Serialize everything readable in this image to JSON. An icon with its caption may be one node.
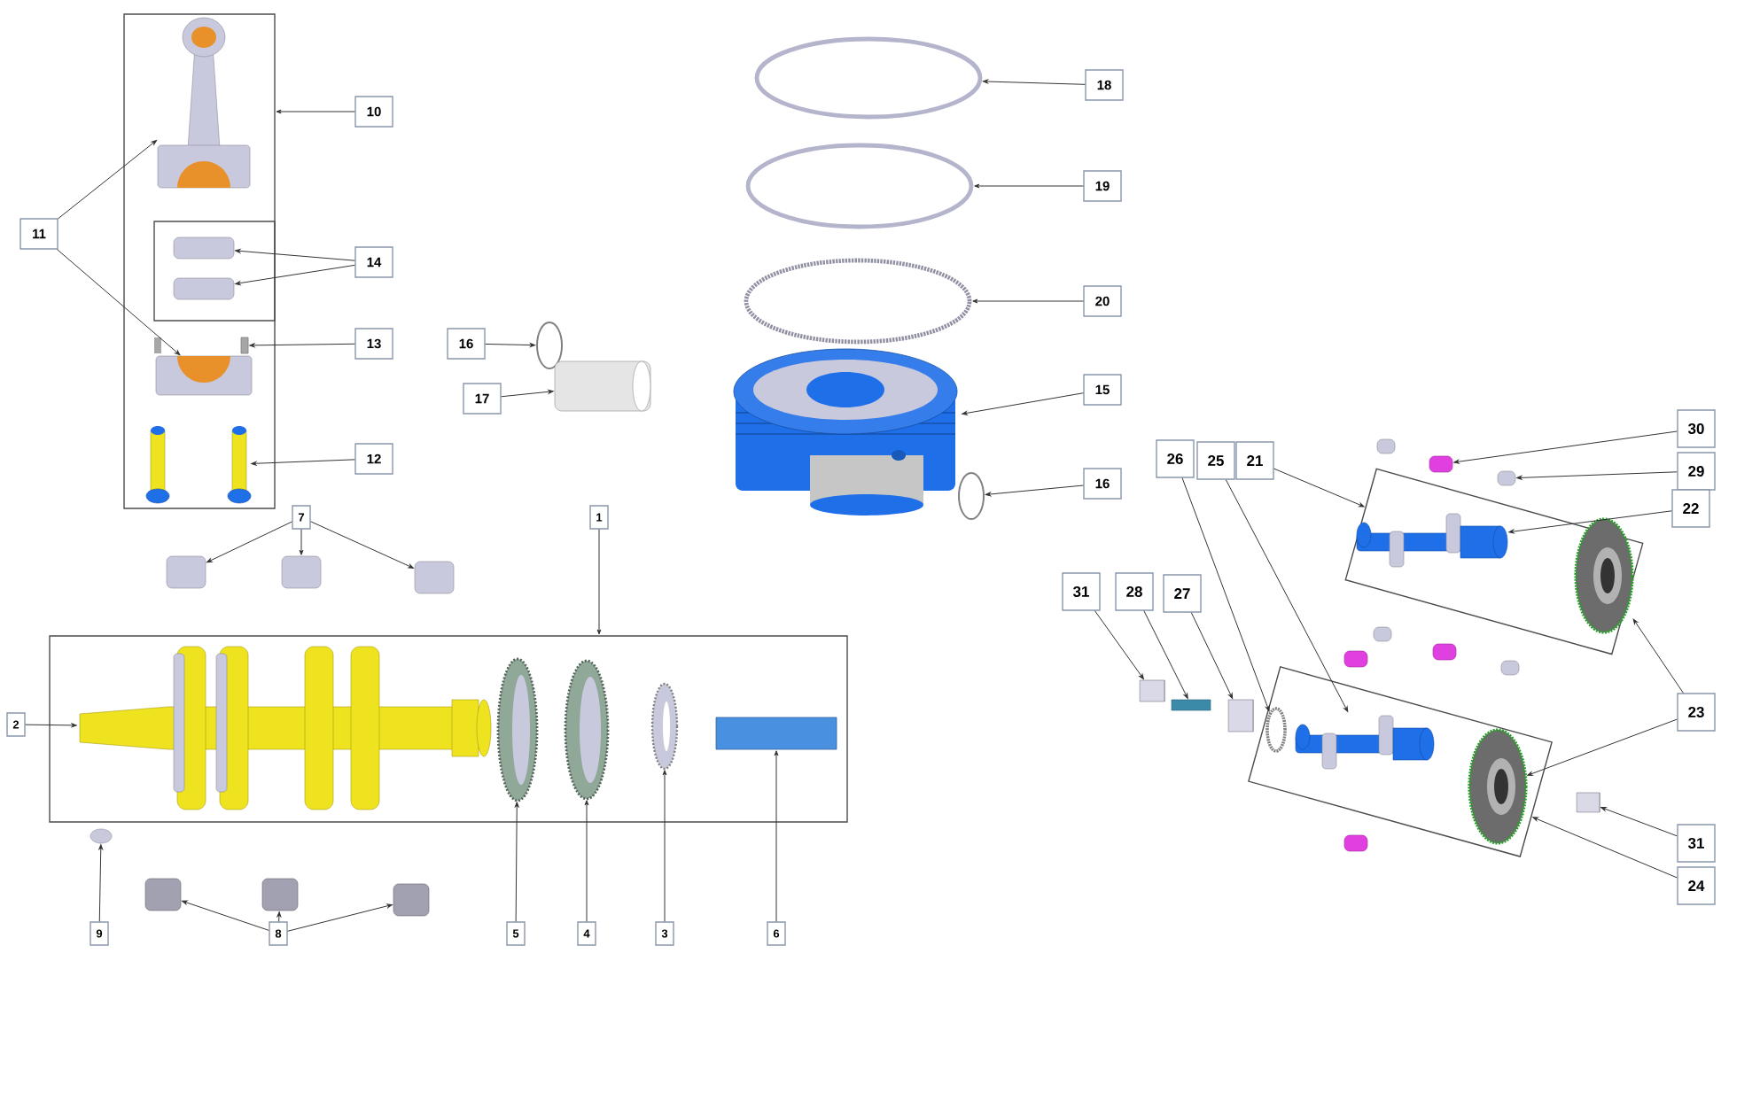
{
  "diagram": {
    "nodes": [
      {
        "text": [],
        "shape": "box"
      },
      {
        "text": [],
        "shape": "box",
        "in": 0
      },
      {
        "text": [],
        "shape": "picture",
        "in": 0
      },
      {
        "text": [],
        "shape": "box",
        "in": 1
      },
      {
        "text": [],
        "shape": "box",
        "in": 1
      },
      {
        "text": [],
        "shape": "bar",
        "in": 0
      },
      {
        "text": [],
        "shape": "picture",
        "in": 0
      },
      {
        "text": [],
        "shape": "picture",
        "in": 0
      },
      {
        "text": [
          "10"
        ]
      },
      {
        "text": [
          "11"
        ]
      },
      {
        "text": [
          "14"
        ]
      },
      {
        "text": [
          "13"
        ]
      },
      {
        "text": [
          "12"
        ]
      },
      {
        "text": [
          "16"
        ]
      },
      {
        "text": [],
        "shape": "circle"
      },
      {
        "text": [
          "17"
        ]
      },
      {
        "text": [],
        "shape": "picture"
      },
      {
        "text": [],
        "shape": "circle"
      },
      {
        "text": [
          "18"
        ]
      },
      {
        "text": [],
        "shape": "circle"
      },
      {
        "text": [
          "19"
        ]
      },
      {
        "text": [],
        "shape": "circle"
      },
      {
        "text": [
          "20"
        ]
      },
      {
        "text": [],
        "shape": "picture"
      },
      {
        "text": [
          "15"
        ]
      },
      {
        "text": [],
        "shape": "circle"
      },
      {
        "text": [
          "16"
        ]
      },
      {
        "text": [
          "7"
        ]
      },
      {
        "text": [],
        "shape": "box"
      },
      {
        "text": [],
        "shape": "box"
      },
      {
        "text": [],
        "shape": "box"
      },
      {
        "text": [
          "1"
        ]
      },
      {
        "text": [],
        "shape": "box"
      },
      {
        "text": [],
        "shape": "picture",
        "in": 32
      },
      {
        "text": [],
        "shape": "picture",
        "in": 32
      },
      {
        "text": [],
        "shape": "picture",
        "in": 32
      },
      {
        "text": [],
        "shape": "picture",
        "in": 32
      },
      {
        "text": [],
        "shape": "bar",
        "in": 32
      },
      {
        "text": [
          "2"
        ]
      },
      {
        "text": [],
        "shape": "circle"
      },
      {
        "text": [
          "9"
        ]
      },
      {
        "text": [],
        "shape": "box"
      },
      {
        "text": [],
        "shape": "box"
      },
      {
        "text": [],
        "shape": "box"
      },
      {
        "text": [
          "8"
        ]
      },
      {
        "text": [
          "5"
        ]
      },
      {
        "text": [
          "4"
        ]
      },
      {
        "text": [
          "3"
        ]
      },
      {
        "text": [
          "6"
        ]
      },
      {
        "text": [
          "30"
        ]
      },
      {
        "text": [],
        "shape": "box"
      },
      {
        "text": [
          "29"
        ]
      },
      {
        "text": [],
        "shape": "box"
      },
      {
        "text": [
          "26"
        ]
      },
      {
        "text": [
          "25"
        ]
      },
      {
        "text": [
          "21"
        ]
      },
      {
        "text": [
          "22"
        ]
      },
      {
        "text": [],
        "shape": "box"
      },
      {
        "text": [],
        "shape": "picture",
        "in": 57
      },
      {
        "text": [],
        "shape": "picture",
        "in": 57
      },
      {
        "text": [
          "31"
        ]
      },
      {
        "text": [
          "28"
        ]
      },
      {
        "text": [
          "27"
        ]
      },
      {
        "text": [],
        "shape": "cylinder"
      },
      {
        "text": [],
        "shape": "bar"
      },
      {
        "text": [],
        "shape": "cylinder"
      },
      {
        "text": [],
        "shape": "box"
      },
      {
        "text": [],
        "shape": "circle",
        "in": 66
      },
      {
        "text": [],
        "shape": "picture",
        "in": 66
      },
      {
        "text": [],
        "shape": "picture",
        "in": 66
      },
      {
        "text": [
          "23"
        ]
      },
      {
        "text": [],
        "shape": "cylinder"
      },
      {
        "text": [
          "31"
        ]
      },
      {
        "text": [
          "24"
        ]
      }
    ],
    "edges": [
      {
        "from": 8,
        "to": 0,
        "arrow": "to"
      },
      {
        "from": 9,
        "to": 2,
        "arrow": "to"
      },
      {
        "from": 9,
        "to": 6,
        "arrow": "to"
      },
      {
        "from": 10,
        "to": 3,
        "arrow": "to"
      },
      {
        "from": 10,
        "to": 4,
        "arrow": "to"
      },
      {
        "from": 11,
        "to": 5,
        "arrow": "to"
      },
      {
        "from": 12,
        "to": 7,
        "arrow": "to"
      },
      {
        "from": 13,
        "to": 14,
        "arrow": "to"
      },
      {
        "from": 15,
        "to": 16,
        "arrow": "to"
      },
      {
        "from": 18,
        "to": 17,
        "arrow": "to"
      },
      {
        "from": 20,
        "to": 19,
        "arrow": "to"
      },
      {
        "from": 22,
        "to": 21,
        "arrow": "to"
      },
      {
        "from": 24,
        "to": 23,
        "arrow": "to"
      },
      {
        "from": 26,
        "to": 25,
        "arrow": "to"
      },
      {
        "from": 27,
        "to": 28,
        "arrow": "to"
      },
      {
        "from": 27,
        "to": 29,
        "arrow": "to"
      },
      {
        "from": 27,
        "to": 30,
        "arrow": "to"
      },
      {
        "from": 31,
        "to": 32,
        "arrow": "to"
      },
      {
        "from": 38,
        "to": 33,
        "arrow": "to"
      },
      {
        "from": 40,
        "to": 39,
        "arrow": "to"
      },
      {
        "from": 44,
        "to": 41,
        "arrow": "to"
      },
      {
        "from": 44,
        "to": 42,
        "arrow": "to"
      },
      {
        "from": 44,
        "to": 43,
        "arrow": "to"
      },
      {
        "from": 45,
        "to": 34,
        "arrow": "to"
      },
      {
        "from": 46,
        "to": 35,
        "arrow": "to"
      },
      {
        "from": 47,
        "to": 36,
        "arrow": "to"
      },
      {
        "from": 48,
        "to": 37,
        "arrow": "to"
      },
      {
        "from": 49,
        "to": 50,
        "arrow": "to"
      },
      {
        "from": 51,
        "to": 52,
        "arrow": "to"
      },
      {
        "from": 53,
        "to": 67,
        "arrow": "to"
      },
      {
        "from": 54,
        "to": 68,
        "arrow": "to"
      },
      {
        "from": 55,
        "to": 57,
        "arrow": "to"
      },
      {
        "from": 56,
        "to": 58,
        "arrow": "to"
      },
      {
        "from": 60,
        "to": 63,
        "arrow": "to"
      },
      {
        "from": 61,
        "to": 64,
        "arrow": "to"
      },
      {
        "from": 62,
        "to": 65,
        "arrow": "to"
      },
      {
        "from": 70,
        "to": 59,
        "arrow": "to"
      },
      {
        "from": 70,
        "to": 69,
        "arrow": "to"
      },
      {
        "from": 72,
        "to": 71,
        "arrow": "to"
      },
      {
        "from": 73,
        "to": 66,
        "arrow": "to"
      }
    ]
  }
}
